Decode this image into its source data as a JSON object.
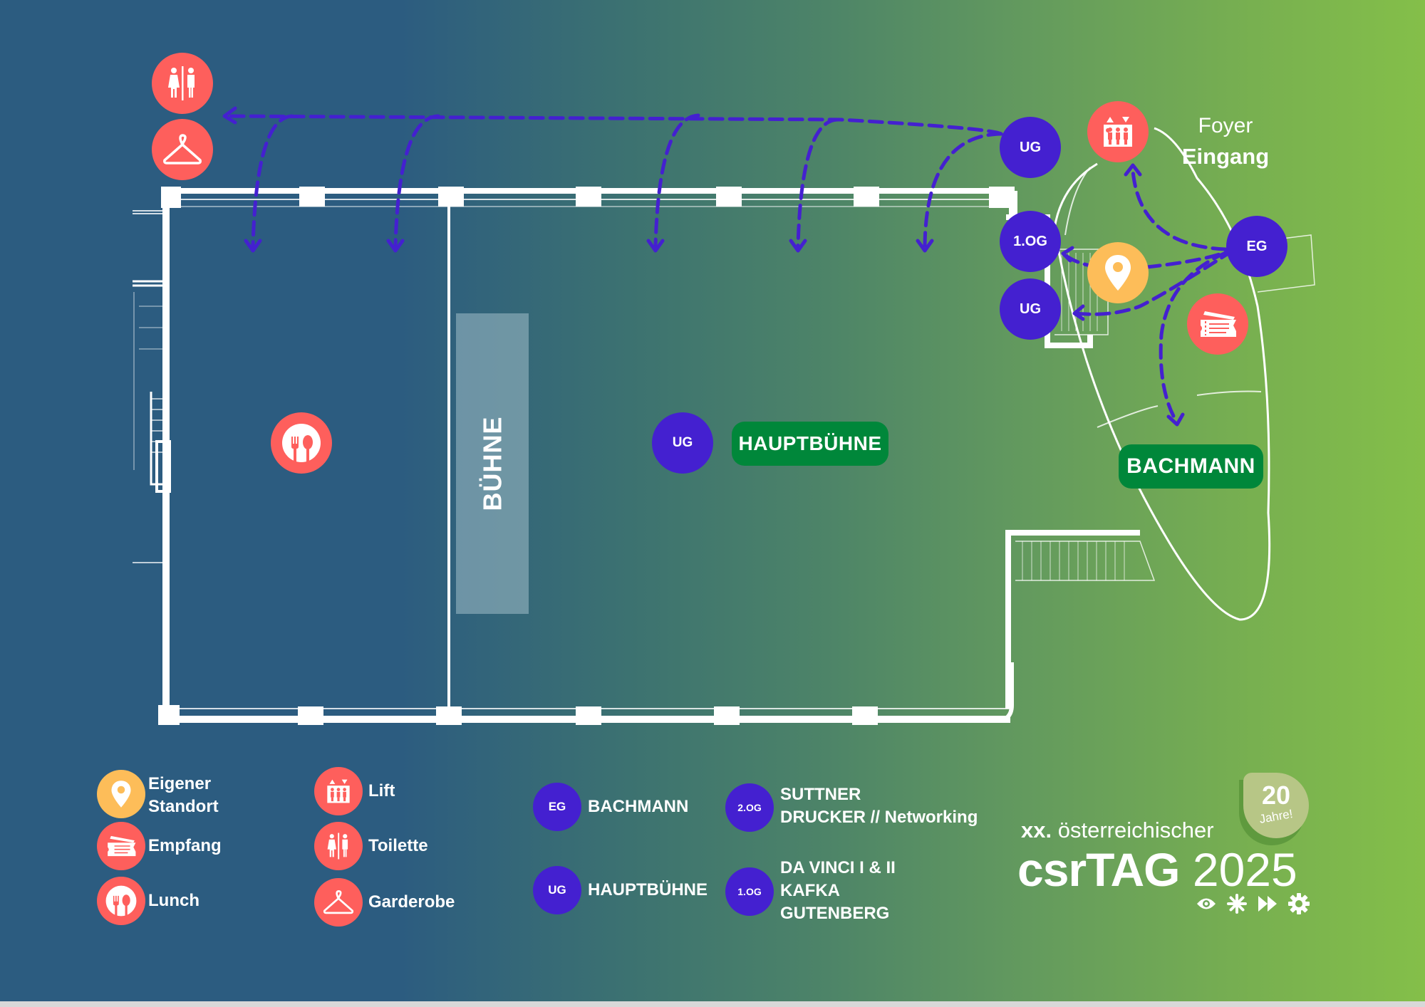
{
  "map": {
    "stage_label": "BÜHNE",
    "hauptbuehne": {
      "level": "UG",
      "label": "HAUPTBÜHNE"
    },
    "bachmann": {
      "label": "BACHMANN"
    },
    "foyer": {
      "line1": "Foyer",
      "line2": "Eingang"
    },
    "level_markers": {
      "top_ug": "UG",
      "og1": "1.OG",
      "lower_ug": "UG",
      "eg": "EG"
    },
    "icons": {
      "toilet": "toilet-icon",
      "garderobe": "coat-hanger-icon",
      "lift": "elevator-icon",
      "location": "map-pin-icon",
      "empfang": "ticket-icon",
      "lunch": "cutlery-icon"
    }
  },
  "legend": {
    "facilities": [
      {
        "icon": "map-pin-icon",
        "label_line1": "Eigener",
        "label_line2": "Standort"
      },
      {
        "icon": "ticket-icon",
        "label": "Empfang"
      },
      {
        "icon": "cutlery-icon",
        "label": "Lunch"
      },
      {
        "icon": "elevator-icon",
        "label": "Lift"
      },
      {
        "icon": "toilet-icon",
        "label": "Toilette"
      },
      {
        "icon": "coat-hanger-icon",
        "label": "Garderobe"
      }
    ],
    "rooms": [
      {
        "level": "EG",
        "lines": [
          "BACHMANN"
        ]
      },
      {
        "level": "UG",
        "lines": [
          "HAUPTBÜHNE"
        ]
      },
      {
        "level": "2.OG",
        "lines": [
          "SUTTNER",
          "DRUCKER // Networking"
        ]
      },
      {
        "level": "1.OG",
        "lines": [
          "DA VINCI I & II",
          "KAFKA",
          "GUTENBERG"
        ]
      }
    ]
  },
  "branding": {
    "prefix_bold": "xx.",
    "prefix_rest": "österreichischer",
    "name": "csrTAG",
    "year": "2025",
    "badge_number": "20",
    "badge_text": "Jahre!",
    "icons": [
      "eye-icon",
      "asterisk-icon",
      "fast-forward-icon",
      "gear-icon"
    ]
  },
  "colors": {
    "facility_red": "#fe5f5c",
    "level_purple": "#4420d0",
    "location_yellow": "#fdbd59",
    "room_label_green": "#00873a",
    "path_dash": "#4420d0",
    "bg_left": "#2c5c80",
    "bg_right": "#84bf49"
  }
}
